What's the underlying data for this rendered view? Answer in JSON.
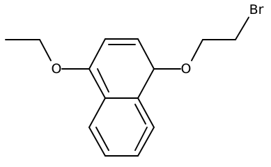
{
  "molecule": {
    "atoms": {
      "oxygen_left": "O",
      "oxygen_right": "O",
      "bromine": "Br"
    }
  }
}
